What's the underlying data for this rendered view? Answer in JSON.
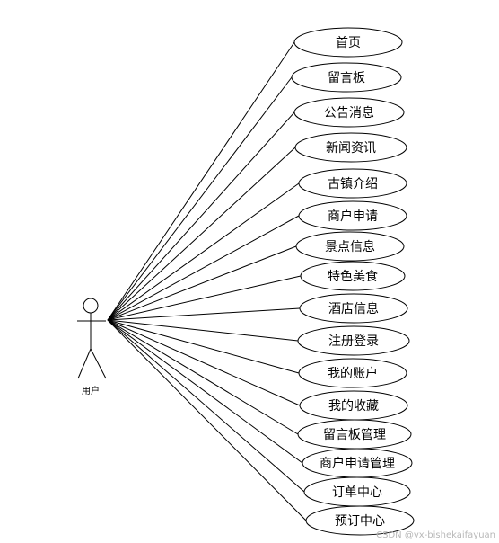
{
  "actor": {
    "label": "用户"
  },
  "use_cases": [
    "首页",
    "留言板",
    "公告消息",
    "新闻资讯",
    "古镇介绍",
    "商户申请",
    "景点信息",
    "特色美食",
    "酒店信息",
    "注册登录",
    "我的账户",
    "我的收藏",
    "留言板管理",
    "商户申请管理",
    "订单中心",
    "预订中心"
  ],
  "watermark": "CSDN @vx-bishekaifayuan"
}
